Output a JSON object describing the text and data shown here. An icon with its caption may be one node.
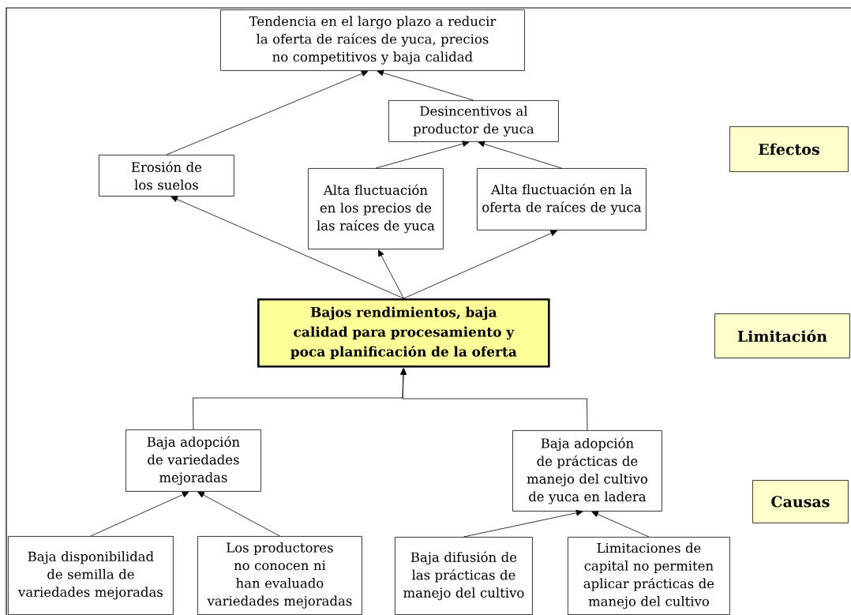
{
  "diagram": {
    "nodes": [
      {
        "text": [
          "Tendencia en el largo plazo a reducir la oferta de raíces de yuca, precios no competitivos y baja calidad"
        ]
      },
      {
        "text": [
          "Desincentivos al productor de yuca"
        ]
      },
      {
        "text": [
          "Erosión de los suelos"
        ]
      },
      {
        "text": [
          "Alta fluctuación en los precios de las raíces de yuca"
        ]
      },
      {
        "text": [
          "Alta fluctuación en la oferta de raíces de yuca"
        ]
      },
      {
        "text": [
          "Bajos rendimientos, baja calidad para procesamiento y poca planificación de la oferta"
        ]
      },
      {
        "text": [
          "Baja adopción de variedades mejoradas"
        ]
      },
      {
        "text": [
          "Baja adopción de prácticas de manejo del cultivo de yuca en ladera"
        ]
      },
      {
        "text": [
          "Baja disponibilidad de semilla de variedades mejoradas"
        ]
      },
      {
        "text": [
          "Los productores no conocen ni han evaluado variedades mejoradas"
        ]
      },
      {
        "text": [
          "Baja difusión de las prácticas de manejo del cultivo"
        ]
      },
      {
        "text": [
          "Limitaciones de capital no permiten aplicar prácticas de manejo del cultivo"
        ]
      },
      {
        "text": [
          "Efectos"
        ]
      },
      {
        "text": [
          "Limitación"
        ]
      },
      {
        "text": [
          "Causas"
        ]
      }
    ],
    "edges": [
      {
        "from": 2,
        "to": 0,
        "arrow": "to"
      },
      {
        "from": 1,
        "to": 0,
        "arrow": "to"
      },
      {
        "from": 3,
        "to": 1,
        "arrow": "to"
      },
      {
        "from": 4,
        "to": 1,
        "arrow": "to"
      },
      {
        "from": 5,
        "to": 2,
        "arrow": "to"
      },
      {
        "from": 5,
        "to": 3,
        "arrow": "to"
      },
      {
        "from": 5,
        "to": 4,
        "arrow": "to"
      },
      {
        "from": 6,
        "to": 5,
        "arrow": "to"
      },
      {
        "from": 7,
        "to": 5,
        "arrow": "to"
      },
      {
        "from": 8,
        "to": 6,
        "arrow": "to"
      },
      {
        "from": 9,
        "to": 6,
        "arrow": "to"
      },
      {
        "from": 10,
        "to": 7,
        "arrow": "to"
      },
      {
        "from": 11,
        "to": 7,
        "arrow": "to"
      }
    ]
  }
}
